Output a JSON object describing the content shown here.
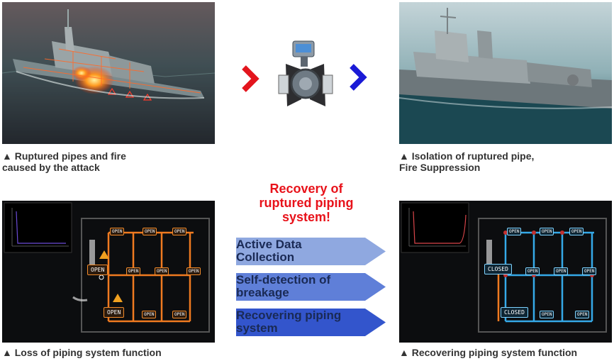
{
  "captions": {
    "top_left": "▲ Ruptured pipes and fire\ncaused by the attack",
    "top_right": "▲ Isolation of ruptured pipe,\nFire Suppression",
    "bottom_left": "▲ Loss of piping system function",
    "bottom_right": "▲ Recovering piping system function"
  },
  "recovery_title": "Recovery of\nruptured piping\nsystem!",
  "steps": [
    {
      "label": "Active Data\nCollection",
      "color": "#8fa8e0"
    },
    {
      "label": "Self-detection of\nbreakage",
      "color": "#5f7fd8"
    },
    {
      "label": "Recovering piping\nsystem",
      "color": "#3355cc"
    }
  ],
  "colors": {
    "left_chevron": "#e3151d",
    "right_chevron": "#1a1ad6",
    "pipe_broken": "#f07a20",
    "pipe_recovered": "#35a9e8"
  },
  "valve_tags": {
    "open": "OPEN",
    "closed": "CLOSED"
  },
  "icons": {
    "warning": "warning-triangle-icon",
    "valve": "smart-valve-image"
  }
}
